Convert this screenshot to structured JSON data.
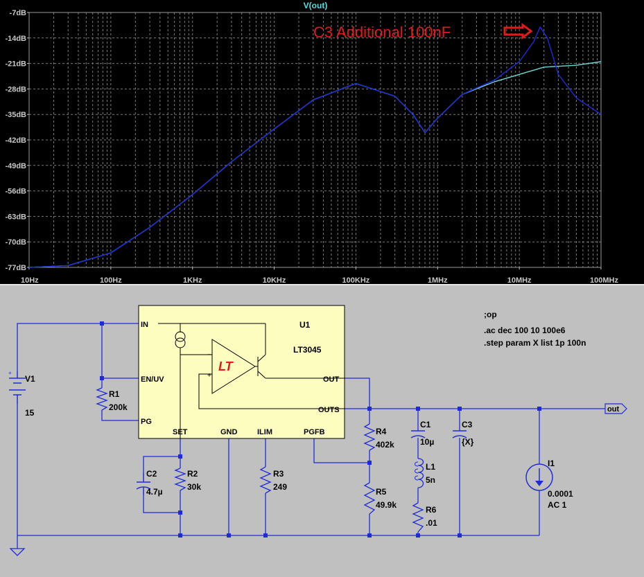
{
  "plot": {
    "trace_title": "V(out)",
    "annotation": "C3  Additional 100nF",
    "colors": {
      "background": "#000000",
      "grid": "#7a7a7a",
      "axis_text": "#c8c8c8",
      "trace_no_c3": "#6fd6d6",
      "trace_c3": "#1f2bd8",
      "annotation": "#e11b1b",
      "title": "#50e0e0"
    }
  },
  "chart_data": {
    "type": "line",
    "title": "V(out)",
    "xlabel": "",
    "ylabel": "",
    "x_scale": "log",
    "xlim": [
      10,
      100000000
    ],
    "ylim": [
      -77,
      -7
    ],
    "x_ticks": [
      "10Hz",
      "100Hz",
      "1KHz",
      "10KHz",
      "100KHz",
      "1MHz",
      "10MHz",
      "100MHz"
    ],
    "y_ticks": [
      "-7dB",
      "-14dB",
      "-21dB",
      "-28dB",
      "-35dB",
      "-42dB",
      "-49dB",
      "-56dB",
      "-63dB",
      "-70dB",
      "-77dB"
    ],
    "grid": true,
    "series": [
      {
        "x": [
          10,
          30,
          100,
          300,
          1000,
          3000,
          10000,
          30000,
          100000,
          300000,
          500000,
          700000,
          1000000,
          2000000,
          5000000,
          10000000,
          20000000,
          50000000,
          100000000
        ],
        "y": [
          -77,
          -76.5,
          -73,
          -66,
          -57,
          -48,
          -39,
          -31,
          -26.5,
          -30,
          -35,
          -40,
          -36,
          -29.5,
          -26,
          -24,
          -22,
          -21.5,
          -20.5
        ]
      },
      {
        "x": [
          10,
          30,
          100,
          300,
          1000,
          3000,
          10000,
          30000,
          100000,
          300000,
          500000,
          700000,
          1000000,
          2000000,
          5000000,
          10000000,
          15000000,
          18000000,
          22000000,
          30000000,
          50000000,
          100000000
        ],
        "y": [
          -77,
          -76.5,
          -73,
          -66,
          -57,
          -48,
          -39,
          -31,
          -26.5,
          -30,
          -35,
          -40,
          -36,
          -29.5,
          -25.5,
          -20.5,
          -15,
          -11,
          -14,
          -24,
          -30.5,
          -35
        ]
      }
    ]
  },
  "schematic": {
    "components": {
      "V1": {
        "name": "V1",
        "value": "15"
      },
      "R1": {
        "name": "R1",
        "value": "200k"
      },
      "R2": {
        "name": "R2",
        "value": "30k"
      },
      "C2": {
        "name": "C2",
        "value": "4.7µ"
      },
      "R3": {
        "name": "R3",
        "value": "249"
      },
      "R4": {
        "name": "R4",
        "value": "402k"
      },
      "R5": {
        "name": "R5",
        "value": "49.9k"
      },
      "C1": {
        "name": "C1",
        "value": "10µ"
      },
      "L1": {
        "name": "L1",
        "value": "5n"
      },
      "R6": {
        "name": "R6",
        "value": ".01"
      },
      "C3": {
        "name": "C3",
        "value": "{X}"
      },
      "I1": {
        "name": "I1",
        "value": "0.0001",
        "value2": "AC 1"
      },
      "U1": {
        "name": "U1",
        "part": "LT3045"
      }
    },
    "pins": {
      "in": "IN",
      "en": "EN/UV",
      "pg": "PG",
      "set": "SET",
      "gnd": "GND",
      "ilim": "ILIM",
      "pgfb": "PGFB",
      "out": "OUT",
      "outs": "OUTS"
    },
    "net_label": "out",
    "directives": [
      ";op",
      ".ac dec 100 10 100e6",
      ".step param X list 1p 100n"
    ],
    "colors": {
      "wire": "#1f2bd8",
      "ic_fill": "#fdfdc0",
      "text": "#000000",
      "logo": "#e11b1b"
    }
  }
}
